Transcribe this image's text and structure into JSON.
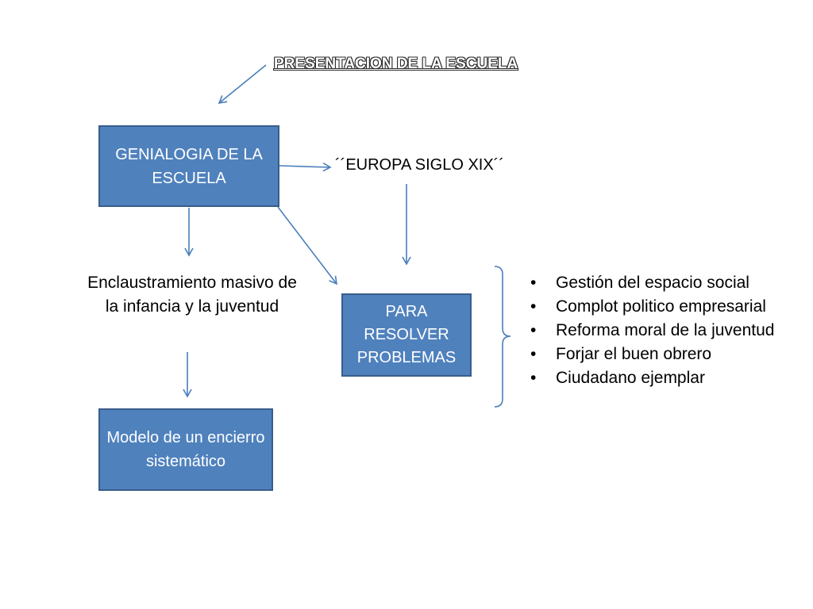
{
  "title": "PRESENTACION DE LA ESCUELA",
  "nodes": {
    "genialogia": "GENIALOGIA DE LA ESCUELA",
    "europa": "´´EUROPA SIGLO XIX´´",
    "enclaustramiento": "Enclaustramiento masivo de la infancia y la juventud",
    "resolver": "PARA RESOLVER PROBLEMAS",
    "modelo": "Modelo de un encierro sistemático"
  },
  "bullets": [
    "Gestión del espacio social",
    "Complot politico empresarial",
    "Reforma moral de la juventud",
    "Forjar el buen obrero",
    "Ciudadano ejemplar"
  ],
  "colors": {
    "box_fill": "#4f81bd",
    "box_border": "#385d8a",
    "arrow": "#4a7ebb"
  }
}
